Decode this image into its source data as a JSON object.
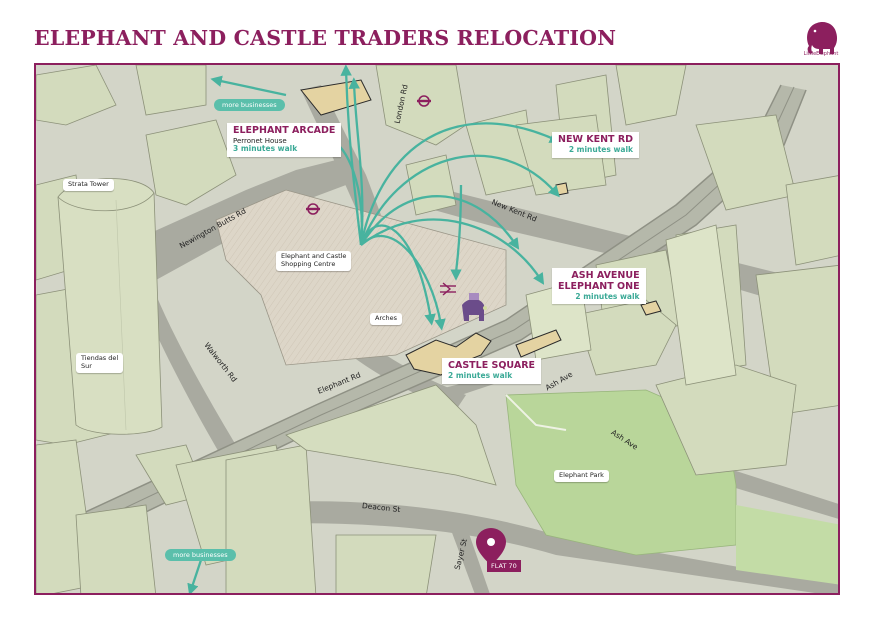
{
  "title": "ELEPHANT AND CASTLE TRADERS RELOCATION",
  "logo": {
    "text": "LittleElephant",
    "color": "#8c1f5e"
  },
  "colors": {
    "brand": "#8c1f5e",
    "arrow": "#48b39f",
    "park": "#b9d69a",
    "relocation_site": "#e4d3a2"
  },
  "destinations": {
    "elephant_arcade": {
      "name": "ELEPHANT ARCADE",
      "sub": "Perronet House",
      "walk": "3 minutes walk"
    },
    "new_kent_rd": {
      "name": "NEW KENT RD",
      "walk": "2 minutes walk"
    },
    "ash_avenue": {
      "name": "ASH AVENUE",
      "name2": "ELEPHANT ONE",
      "walk": "2 minutes walk"
    },
    "castle_square": {
      "name": "CASTLE SQUARE",
      "walk": "2 minutes walk"
    }
  },
  "place_labels": {
    "strata": "Strata Tower",
    "shopping": [
      "Elephant and Castle",
      "Shopping Centre"
    ],
    "arches": "Arches",
    "tiendas": [
      "Tiendas del",
      "Sur"
    ],
    "park": "Elephant Park"
  },
  "roads": {
    "newington": "Newington Butts Rd",
    "walworth": "Walworth Rd",
    "london": "London Rd",
    "new_kent": "New Kent Rd",
    "elephant": "Elephant Rd",
    "ash1": "Ash Ave",
    "ash2": "Ash Ave",
    "deacon": "Deacon St",
    "sayer": "Sayer St"
  },
  "more_businesses_top": "more businesses",
  "more_businesses_bottom": "more businesses",
  "flat": {
    "label": "FLAT 70"
  },
  "icons": [
    "underground-icon",
    "rail-icon",
    "map-pin-icon",
    "elephant-castle-statue-icon",
    "elephant-logo-icon"
  ]
}
